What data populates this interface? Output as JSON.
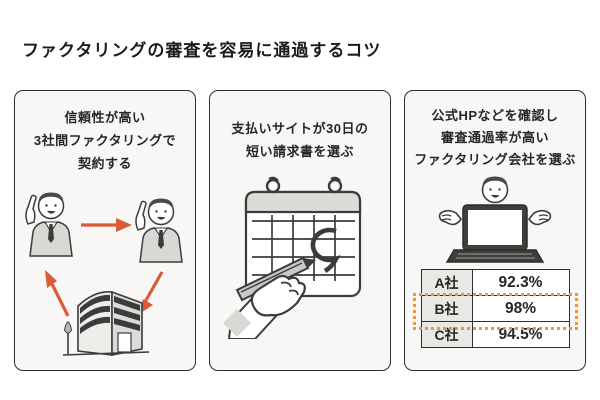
{
  "page": {
    "title": "ファクタリングの審査を容易に通過するコツ"
  },
  "colors": {
    "page_bg": "#ffffff",
    "panel_bg": "#f8f7f5",
    "panel_border": "#2e2e2e",
    "text": "#262626",
    "arrow_orange": "#d85c35",
    "highlight_orange": "#f0952f",
    "table_label_bg": "#e9e8e5",
    "illustration_gray": "#d9d8d5",
    "illustration_dark": "#3c3c3c"
  },
  "panels": [
    {
      "id": "three-party-contract",
      "heading_lines": [
        "信頼性が高い",
        "3社間ファクタリングで",
        "契約する"
      ],
      "illustration": "two-businessmen-and-building-cycle"
    },
    {
      "id": "short-payment-site",
      "heading_lines": [
        "支払いサイトが30日の",
        "短い請求書を選ぶ"
      ],
      "illustration": "calendar-with-hand-and-pen"
    },
    {
      "id": "high-pass-rate-company",
      "heading_lines": [
        "公式HPなどを確認し",
        "審査通過率が高い",
        "ファクタリング会社を選ぶ"
      ],
      "illustration": "person-with-laptop",
      "table": {
        "rows": [
          {
            "company": "A社",
            "rate": "92.3%",
            "highlighted": false
          },
          {
            "company": "B社",
            "rate": "98%",
            "highlighted": true
          },
          {
            "company": "C社",
            "rate": "94.5%",
            "highlighted": false
          }
        ]
      }
    }
  ]
}
